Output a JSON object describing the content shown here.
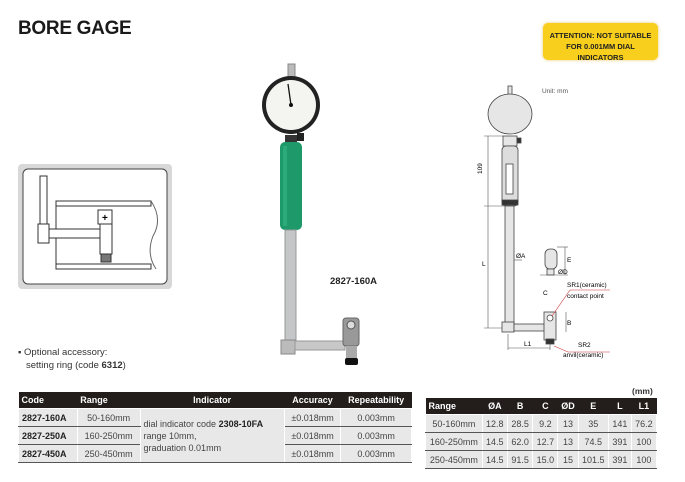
{
  "title": "BORE GAGE",
  "attention": {
    "line1": "ATTENTION: NOT SUITABLE",
    "line2": "FOR 0.001MM DIAL INDICATORS",
    "color": "#f7cf1c"
  },
  "product_label": "2827-160A",
  "drawing": {
    "unit": "Unit: mm",
    "dim_109": "109",
    "dim_L": "L",
    "dim_A": "ØA",
    "dim_B": "B",
    "dim_D": "ØD",
    "dim_C": "C",
    "dim_E": "E",
    "dim_L1": "L1",
    "sr1": "SR1(ceramic)",
    "contact": "contact point",
    "sr2": "SR2",
    "anvil": "anvil(ceramic)"
  },
  "accessory": {
    "line1": "Optional accessory:",
    "line2_prefix": "setting ring (code ",
    "code": "6312",
    "line2_suffix": ")"
  },
  "spec_table": {
    "headers": [
      "Code",
      "Range",
      "Indicator",
      "Accuracy",
      "Repeatability"
    ],
    "indicator": {
      "prefix": "dial indicator code ",
      "code": "2308-10FA",
      "line2": "range 10mm,",
      "line3": "graduation 0.01mm"
    },
    "rows": [
      {
        "code": "2827-160A",
        "range": "50-160mm",
        "accuracy": "±0.018mm",
        "repeatability": "0.003mm"
      },
      {
        "code": "2827-250A",
        "range": "160-250mm",
        "accuracy": "±0.018mm",
        "repeatability": "0.003mm"
      },
      {
        "code": "2827-450A",
        "range": "250-450mm",
        "accuracy": "±0.018mm",
        "repeatability": "0.003mm"
      }
    ]
  },
  "dim_table": {
    "unit": "(mm)",
    "headers": [
      "Range",
      "ØA",
      "B",
      "C",
      "ØD",
      "E",
      "L",
      "L1"
    ],
    "rows": [
      [
        "50-160mm",
        "12.8",
        "28.5",
        "9.2",
        "13",
        "35",
        "141",
        "76.2"
      ],
      [
        "160-250mm",
        "14.5",
        "62.0",
        "12.7",
        "13",
        "74.5",
        "391",
        "100"
      ],
      [
        "250-450mm",
        "14.5",
        "91.5",
        "15.0",
        "15",
        "101.5",
        "391",
        "100"
      ]
    ]
  },
  "colors": {
    "header": "#231e1c",
    "handle": "#1e9a6a",
    "cell": "#e8e8e8"
  }
}
